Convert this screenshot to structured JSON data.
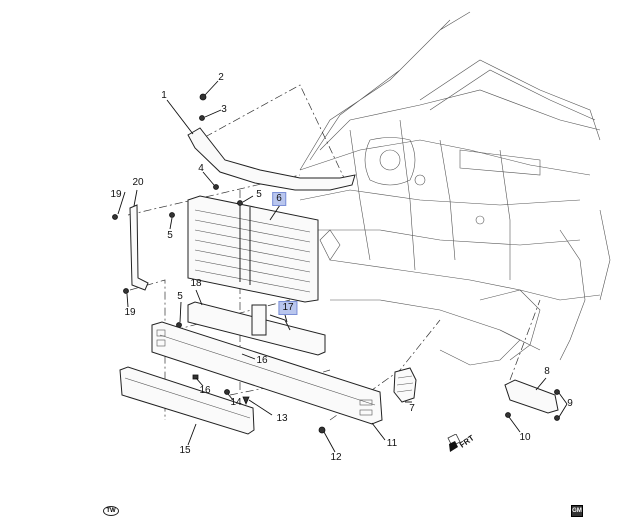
{
  "diagram": {
    "title": "Front end grille / radiator support parts illustration",
    "callouts": [
      {
        "id": "c1",
        "label": "1",
        "highlighted": false
      },
      {
        "id": "c2",
        "label": "2",
        "highlighted": false
      },
      {
        "id": "c3",
        "label": "3",
        "highlighted": false
      },
      {
        "id": "c4",
        "label": "4",
        "highlighted": false
      },
      {
        "id": "c5a",
        "label": "5",
        "highlighted": false
      },
      {
        "id": "c5b",
        "label": "5",
        "highlighted": false
      },
      {
        "id": "c5c",
        "label": "5",
        "highlighted": false
      },
      {
        "id": "c6",
        "label": "6",
        "highlighted": true
      },
      {
        "id": "c7",
        "label": "7",
        "highlighted": false
      },
      {
        "id": "c8",
        "label": "8",
        "highlighted": false
      },
      {
        "id": "c9",
        "label": "9",
        "highlighted": false
      },
      {
        "id": "c10",
        "label": "10",
        "highlighted": false
      },
      {
        "id": "c11",
        "label": "11",
        "highlighted": false
      },
      {
        "id": "c12",
        "label": "12",
        "highlighted": false
      },
      {
        "id": "c13",
        "label": "13",
        "highlighted": false
      },
      {
        "id": "c14",
        "label": "14",
        "highlighted": false
      },
      {
        "id": "c15",
        "label": "15",
        "highlighted": false
      },
      {
        "id": "c16a",
        "label": "16",
        "highlighted": false
      },
      {
        "id": "c16b",
        "label": "16",
        "highlighted": false
      },
      {
        "id": "c17",
        "label": "17",
        "highlighted": true
      },
      {
        "id": "c18",
        "label": "18",
        "highlighted": false
      },
      {
        "id": "c19a",
        "label": "19",
        "highlighted": false
      },
      {
        "id": "c19b",
        "label": "19",
        "highlighted": false
      },
      {
        "id": "c20",
        "label": "20",
        "highlighted": false
      }
    ],
    "frt_label": "FRT",
    "logo_left": "TW",
    "logo_right": "GM",
    "highlight_color": "#b9c6ee"
  }
}
